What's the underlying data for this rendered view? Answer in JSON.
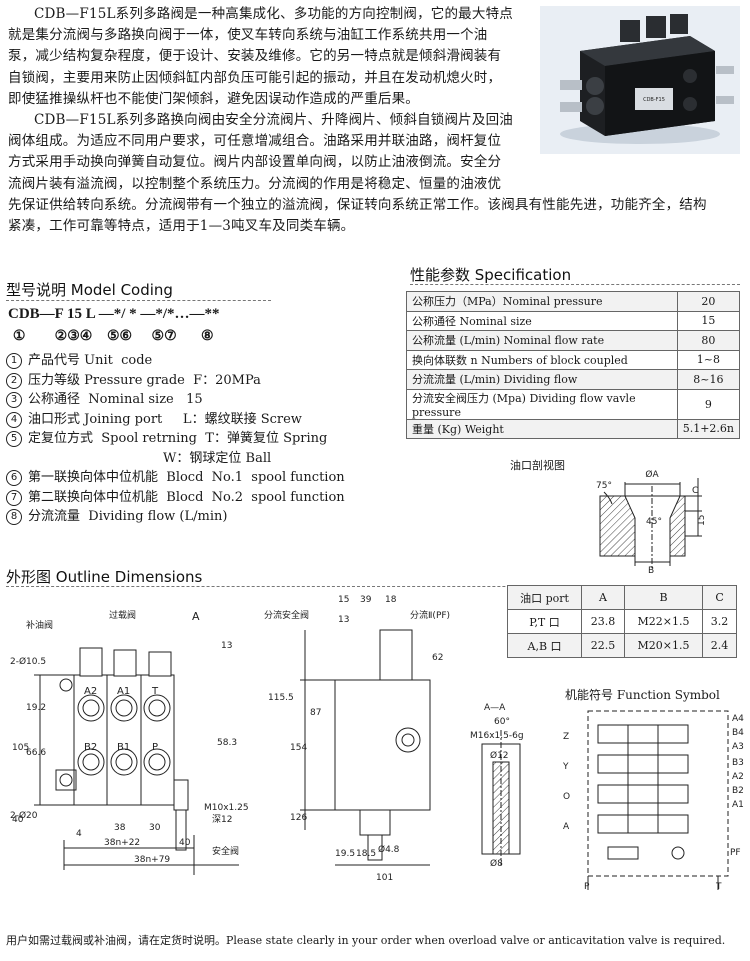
{
  "intro": {
    "p1_lines": [
      "CDB—F15L系列多路阀是一种高集成化、多功能的方向控制阀，它的最大特点",
      "就是集分流阀与多路换向阀于一体，使叉车转向系统与油缸工作系统共用一个油",
      "泵，减少结构复杂程度，便于设计、安装及维修。它的另一特点就是倾斜滑阀装有",
      "自锁阀，主要用来防止因倾斜缸内部负压可能引起的振动，并且在发动机熄火时，",
      "即使猛推操纵杆也不能使门架倾斜，避免因误动作造成的严重后果。"
    ],
    "p2_lines": [
      "CDB—F15L系列多路换向阀由安全分流阀片、升降阀片、倾斜自锁阀片及回油",
      "阀体组成。为适应不同用户要求，可任意增减组合。油路采用并联油路，阀杆复位",
      "方式采用手动换向弹簧自动复位。阀片内部设置单向阀，以防止油液倒流。安全分",
      "流阀片装有溢流阀，以控制整个系统压力。分流阀的作用是将稳定、恒量的油液优",
      "先保证供给转向系统。分流阀带有一个独立的溢流阀，保证转向系统正常工作。该阀具有性能先进，功能齐全，结构",
      "紧凑，工作可靠等特点，适用于1—3吨叉车及同类车辆。"
    ],
    "photo_label": "CDB-F15"
  },
  "model_coding": {
    "title": "型号说明  Model Coding",
    "code_line": "CDB—F 15 L —*/ * —*/*…—**",
    "num_line": " ①      ②③④   ⑤⑥    ⑤⑦     ⑧",
    "items": [
      {
        "n": "1",
        "text": "产品代号 Unit  code"
      },
      {
        "n": "2",
        "text": "压力等级 Pressure grade  F：20MPa"
      },
      {
        "n": "3",
        "text": "公称通径  Nominal size   15"
      },
      {
        "n": "4",
        "text": "油口形式 Joining port     L：螺纹联接 Screw"
      },
      {
        "n": "5",
        "text": "定复位方式  Spool retrning  T：弹簧复位 Spring"
      },
      {
        "n": "",
        "text": "                                      W：钢球定位 Ball"
      },
      {
        "n": "6",
        "text": "第一联换向体中位机能  Blocd  No.1  spool function"
      },
      {
        "n": "7",
        "text": "第二联换向体中位机能  Blocd  No.2  spool function"
      },
      {
        "n": "8",
        "text": "分流流量  Dividing flow (L/min)"
      }
    ]
  },
  "specification": {
    "title": "性能参数  Specification",
    "rows": [
      {
        "label": "公称压力（MPa）Nominal pressure",
        "value": "20"
      },
      {
        "label": "公称通径  Nominal size",
        "value": "15"
      },
      {
        "label": "公称流量  (L/min) Nominal flow rate",
        "value": "80"
      },
      {
        "label": "换向体联数 n  Numbers  of  block  coupled",
        "value": "1~8"
      },
      {
        "label": "分流流量  (L/min)  Dividing  flow",
        "value": "8~16"
      },
      {
        "label": "分流安全阀压力  (Mpa)  Dividing flow  vavle pressure",
        "value": "9"
      },
      {
        "label": "重量 (Kg)  Weight",
        "value": "5.1+2.6n"
      }
    ]
  },
  "port_section": {
    "title": "油口剖视图",
    "labels": {
      "phiA": "ØA",
      "angle75": "75°",
      "C": "C",
      "n15": "15",
      "angle45": "45°",
      "B": "B"
    }
  },
  "port_table": {
    "header": [
      "油口  port",
      "A",
      "B",
      "C"
    ],
    "rows": [
      [
        "P,T 口",
        "23.8",
        "M22×1.5",
        "3.2"
      ],
      [
        "A,B 口",
        "22.5",
        "M20×1.5",
        "2.4"
      ]
    ]
  },
  "outline": {
    "title": "外形图  Outline Dimensions",
    "front": {
      "callouts": [
        "补油阀",
        "过载阀",
        "2-Ø10.5",
        "2-Ø20",
        "M10x1.25",
        "深12",
        "安全阀",
        "A"
      ],
      "ports": [
        "A2",
        "A1",
        "T",
        "B2",
        "B1",
        "P"
      ],
      "dims": [
        "13",
        "19.2",
        "105",
        "66.6",
        "58.3",
        "40",
        "4",
        "38",
        "30",
        "38n+22",
        "40",
        "38n+79"
      ]
    },
    "side": {
      "callouts": [
        "分流安全阀",
        "分流Ⅱ(PF)",
        "Ø4.8"
      ],
      "dims": [
        "15",
        "39",
        "18",
        "13",
        "62",
        "115.5",
        "87",
        "154",
        "126",
        "19.5",
        "18.5",
        "101"
      ]
    },
    "section_aa": {
      "labels": [
        "A—A",
        "60°",
        "M16x1.5-6g",
        "Ø12",
        "Ø8"
      ]
    }
  },
  "function_symbol": {
    "title": "机能符号    Function  Symbol",
    "left_letters": [
      "Z",
      "Y",
      "O",
      "A"
    ],
    "right_ports": [
      "A4",
      "B4",
      "A3",
      "B3",
      "A2",
      "B2",
      "A1"
    ],
    "pf": "PF",
    "bottom": [
      "P",
      "T"
    ]
  },
  "footer": "用户如需过载阀或补油阀，请在定货时说明。Please state clearly in your order when overload valve or anticavitation valve is required."
}
